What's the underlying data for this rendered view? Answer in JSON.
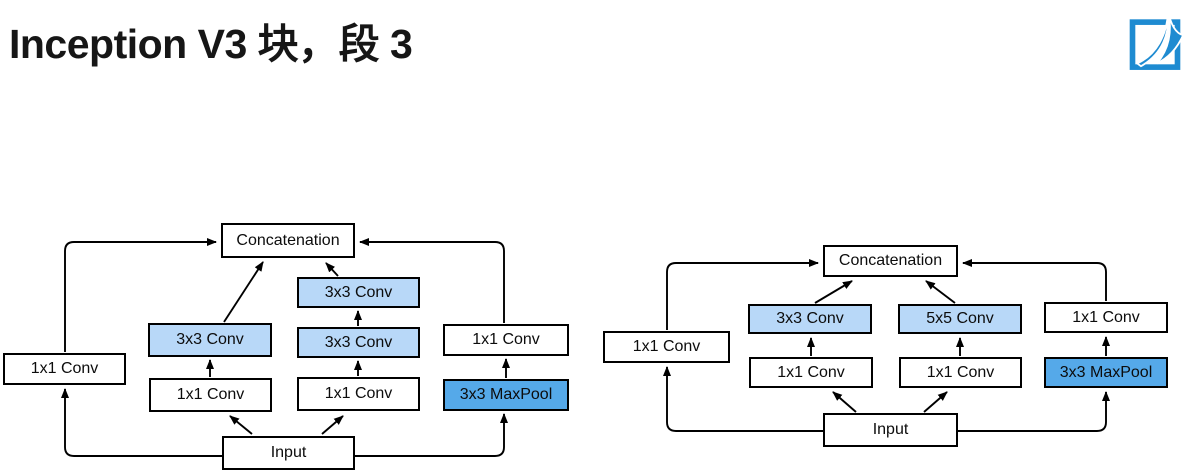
{
  "title": "Inception V3 块，段 3",
  "logo": {
    "name": "d2l-book-logo",
    "color": "#1e8bd1"
  },
  "colors": {
    "conv_fill": "#b8d8f8",
    "maxpool_fill": "#55a9e9",
    "plain_fill": "#ffffff",
    "line": "#000000",
    "title_text": "#161616"
  },
  "left_diagram": {
    "description": "Inception V3 block, stage 3 variant A",
    "boxes": [
      {
        "id": "concatenation",
        "label": "Concatenation",
        "style": "plain"
      },
      {
        "id": "branch1-1x1-conv",
        "label": "1x1 Conv",
        "style": "plain"
      },
      {
        "id": "branch2-3x3-conv",
        "label": "3x3 Conv",
        "style": "conv"
      },
      {
        "id": "branch2-1x1-conv",
        "label": "1x1 Conv",
        "style": "plain"
      },
      {
        "id": "branch3-3x3-conv-top",
        "label": "3x3 Conv",
        "style": "conv"
      },
      {
        "id": "branch3-3x3-conv-mid",
        "label": "3x3 Conv",
        "style": "conv"
      },
      {
        "id": "branch3-1x1-conv",
        "label": "1x1 Conv",
        "style": "plain"
      },
      {
        "id": "branch4-1x1-conv",
        "label": "1x1 Conv",
        "style": "plain"
      },
      {
        "id": "branch4-3x3-maxpool",
        "label": "3x3 MaxPool",
        "style": "maxpool"
      },
      {
        "id": "input",
        "label": "Input",
        "style": "plain"
      }
    ]
  },
  "right_diagram": {
    "description": "Inception V3 block, stage 3 variant B",
    "boxes": [
      {
        "id": "concatenation",
        "label": "Concatenation",
        "style": "plain"
      },
      {
        "id": "branch1-1x1-conv",
        "label": "1x1 Conv",
        "style": "plain"
      },
      {
        "id": "branch2-3x3-conv",
        "label": "3x3 Conv",
        "style": "conv"
      },
      {
        "id": "branch2-1x1-conv",
        "label": "1x1 Conv",
        "style": "plain"
      },
      {
        "id": "branch3-5x5-conv",
        "label": "5x5 Conv",
        "style": "conv"
      },
      {
        "id": "branch3-1x1-conv",
        "label": "1x1 Conv",
        "style": "plain"
      },
      {
        "id": "branch4-1x1-conv",
        "label": "1x1 Conv",
        "style": "plain"
      },
      {
        "id": "branch4-3x3-maxpool",
        "label": "3x3 MaxPool",
        "style": "maxpool"
      },
      {
        "id": "input",
        "label": "Input",
        "style": "plain"
      }
    ]
  }
}
